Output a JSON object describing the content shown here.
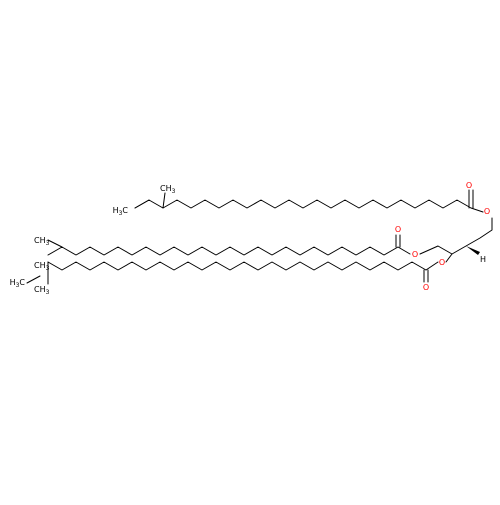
{
  "colors": {
    "bond": "#000000",
    "oxygen": "#ff0000",
    "hydrogen": "#000000"
  },
  "labels": {
    "oxygen": "O",
    "hydrogen": "H",
    "methyl_main": "CH",
    "methyl_sub": "3",
    "methyl_prefix": "H",
    "methyl_prefix_sub": "3",
    "methyl_prefix_c": "C"
  }
}
